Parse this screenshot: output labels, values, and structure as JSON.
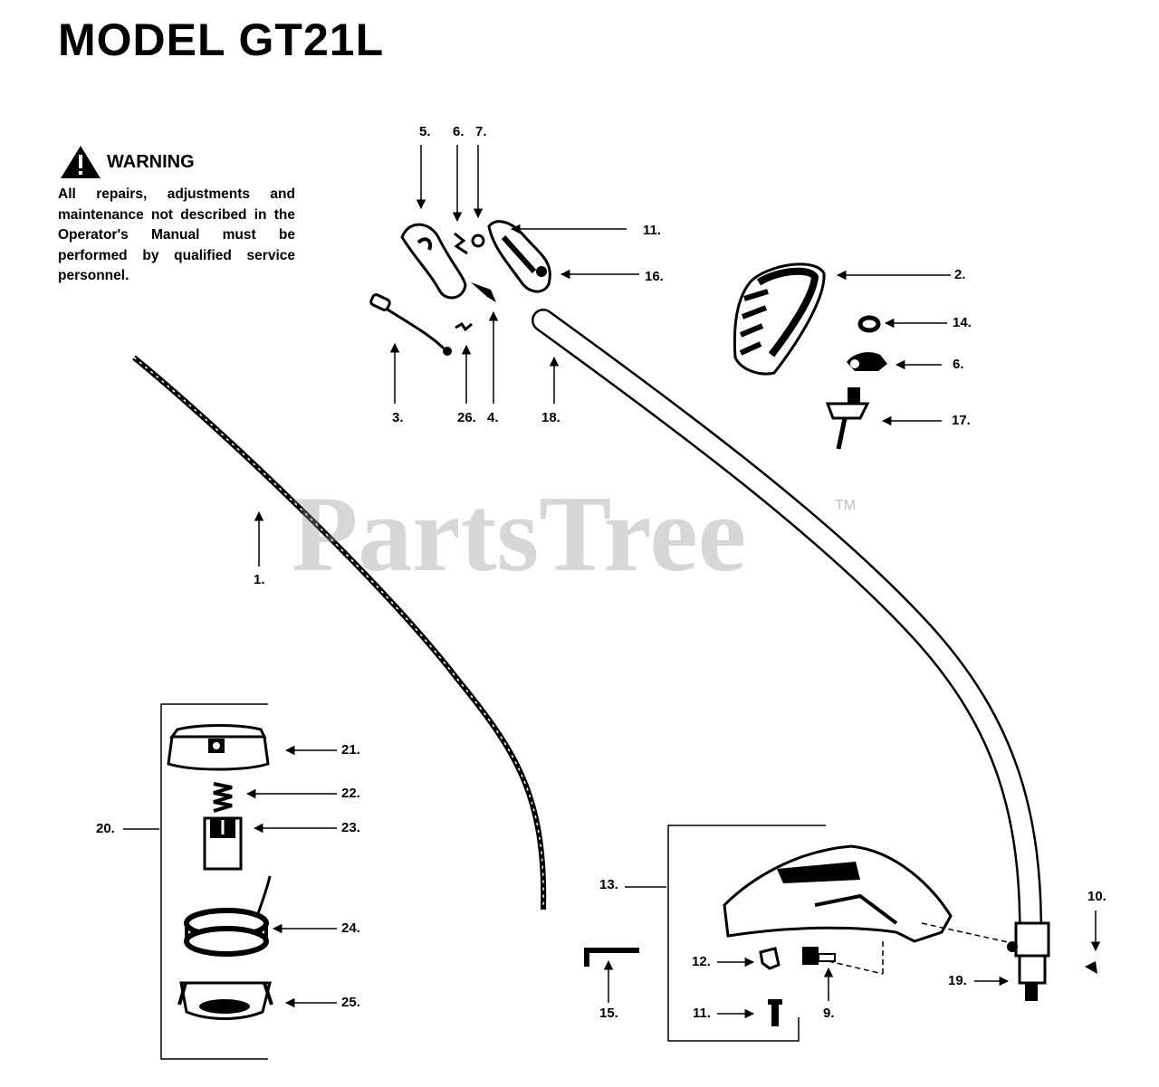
{
  "title": "MODEL GT21L",
  "warning": {
    "heading": "WARNING",
    "body": "All repairs, adjustments and maintenance not described in the Operator's Manual must be performed by qualified service personnel."
  },
  "watermark": {
    "text": "PartsTree",
    "trademark": "TM"
  },
  "labels": {
    "p1": "1.",
    "p2": "2.",
    "p3": "3.",
    "p4": "4.",
    "p5": "5.",
    "p6a": "6.",
    "p6b": "6.",
    "p7": "7.",
    "p9": "9.",
    "p10": "10.",
    "p11a": "11.",
    "p11b": "11.",
    "p12": "12.",
    "p13": "13.",
    "p14": "14.",
    "p15": "15.",
    "p16": "16.",
    "p17": "17.",
    "p18": "18.",
    "p19": "19.",
    "p20": "20.",
    "p21": "21.",
    "p22": "22.",
    "p23": "23.",
    "p24": "24.",
    "p25": "25.",
    "p26": "26."
  },
  "colors": {
    "ink": "#000000",
    "watermark": "#969696",
    "background": "#ffffff"
  }
}
